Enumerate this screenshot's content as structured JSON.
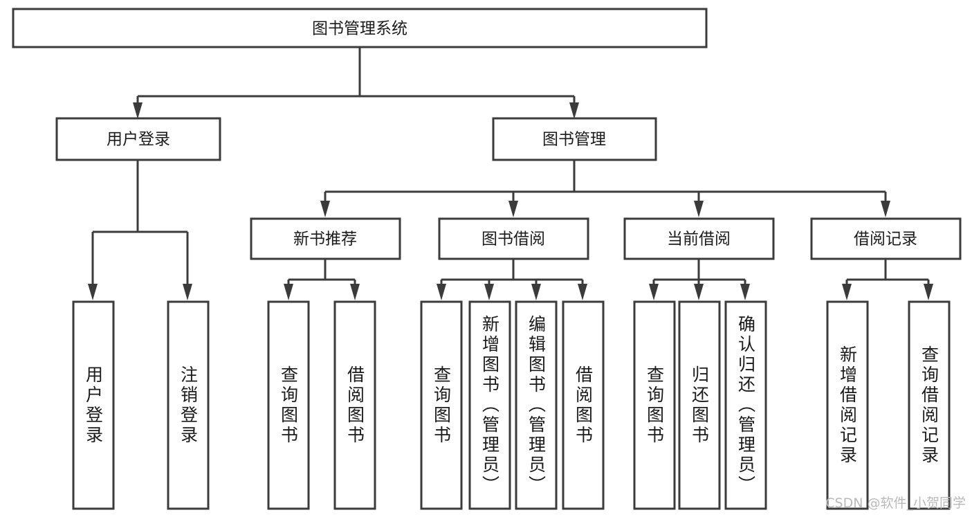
{
  "diagram": {
    "type": "tree-hierarchy-chart",
    "title": "图书管理系统",
    "orientation": "top-down",
    "colors": {
      "background": "#ffffff",
      "box_fill": "#ffffff",
      "box_stroke": "#3b3b3b",
      "text": "#1a1a1a",
      "watermark": "#b9b9b9"
    },
    "levels": {
      "root": {
        "label": "图书管理系统"
      },
      "level2": [
        {
          "id": "user-login",
          "label": "用户登录"
        },
        {
          "id": "book-management",
          "label": "图书管理"
        }
      ],
      "level3": [
        {
          "id": "new-book-recommend",
          "label": "新书推荐",
          "parent": "book-management"
        },
        {
          "id": "book-borrow",
          "label": "图书借阅",
          "parent": "book-management"
        },
        {
          "id": "current-borrow",
          "label": "当前借阅",
          "parent": "book-management"
        },
        {
          "id": "borrow-record",
          "label": "借阅记录",
          "parent": "book-management"
        }
      ],
      "leaves": [
        {
          "id": "leaf-user-login",
          "label": "用户登录",
          "parent": "user-login"
        },
        {
          "id": "leaf-logout-login",
          "label": "注销登录",
          "parent": "user-login"
        },
        {
          "id": "leaf-query-book-1",
          "label": "查询图书",
          "parent": "new-book-recommend"
        },
        {
          "id": "leaf-borrow-book-1",
          "label": "借阅图书",
          "parent": "new-book-recommend"
        },
        {
          "id": "leaf-query-book-2",
          "label": "查询图书",
          "parent": "book-borrow"
        },
        {
          "id": "leaf-add-book",
          "label": "新增图书（管理员）",
          "parent": "book-borrow"
        },
        {
          "id": "leaf-edit-book",
          "label": "编辑图书（管理员）",
          "parent": "book-borrow"
        },
        {
          "id": "leaf-borrow-book-2",
          "label": "借阅图书",
          "parent": "book-borrow"
        },
        {
          "id": "leaf-query-book-3",
          "label": "查询图书",
          "parent": "current-borrow"
        },
        {
          "id": "leaf-return-book",
          "label": "归还图书",
          "parent": "current-borrow"
        },
        {
          "id": "leaf-confirm-return",
          "label": "确认归还（管理员）",
          "parent": "current-borrow"
        },
        {
          "id": "leaf-add-record",
          "label": "新增借阅记录",
          "parent": "borrow-record"
        },
        {
          "id": "leaf-query-record",
          "label": "查询借阅记录",
          "parent": "borrow-record"
        }
      ]
    },
    "watermark": "CSDN @软件_小贺同学"
  }
}
